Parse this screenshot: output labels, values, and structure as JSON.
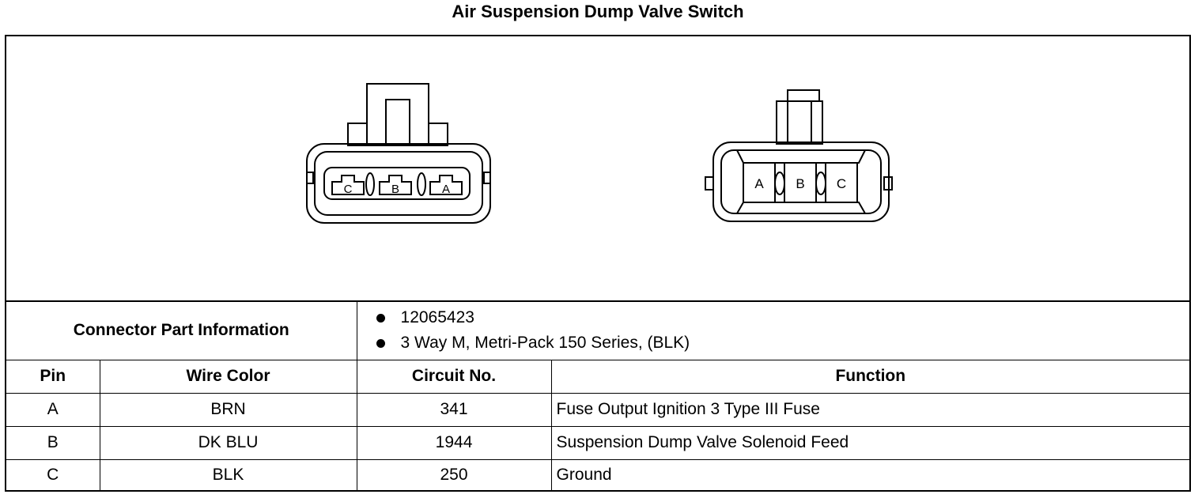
{
  "title": "Air Suspension Dump Valve Switch",
  "connector_left": {
    "pins": [
      "C",
      "B",
      "A"
    ]
  },
  "connector_right": {
    "pins": [
      "A",
      "B",
      "C"
    ]
  },
  "part_info": {
    "label": "Connector Part Information",
    "items": [
      "12065423",
      "3 Way M, Metri-Pack 150 Series, (BLK)"
    ]
  },
  "table": {
    "headers": {
      "pin": "Pin",
      "wire_color": "Wire Color",
      "circuit": "Circuit No.",
      "function": "Function"
    },
    "rows": [
      {
        "pin": "A",
        "wire_color": "BRN",
        "circuit": "341",
        "function": "Fuse Output Ignition 3 Type III Fuse"
      },
      {
        "pin": "B",
        "wire_color": "DK BLU",
        "circuit": "1944",
        "function": "Suspension Dump Valve Solenoid Feed"
      },
      {
        "pin": "C",
        "wire_color": "BLK",
        "circuit": "250",
        "function": "Ground"
      }
    ]
  }
}
